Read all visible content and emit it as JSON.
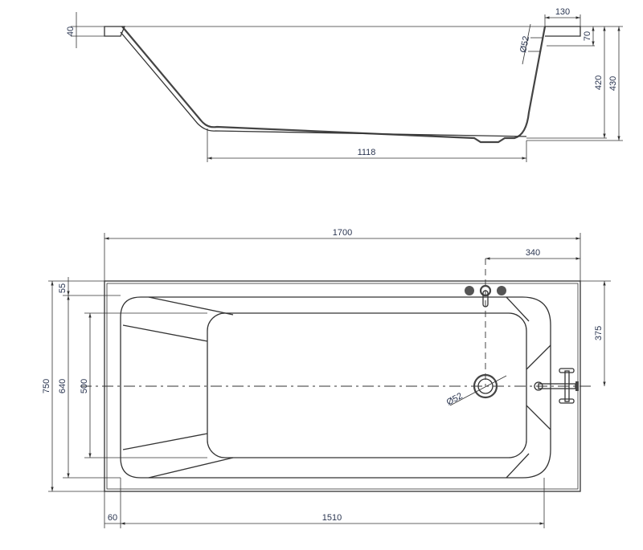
{
  "drawing": {
    "side_view": {
      "rim_thickness": "40",
      "rim_width_right": "130",
      "overflow_height": "70",
      "overflow_diameter": "Ø52",
      "inner_depth": "420",
      "total_height": "430",
      "floor_length": "1118"
    },
    "plan_view": {
      "total_length": "1700",
      "drain_offset": "340",
      "drain_to_edge": "375",
      "rim_front": "55",
      "total_width": "750",
      "inner_width": "640",
      "floor_width": "500",
      "rim_left": "60",
      "inner_length": "1510",
      "drain_diameter": "Ø52"
    }
  }
}
